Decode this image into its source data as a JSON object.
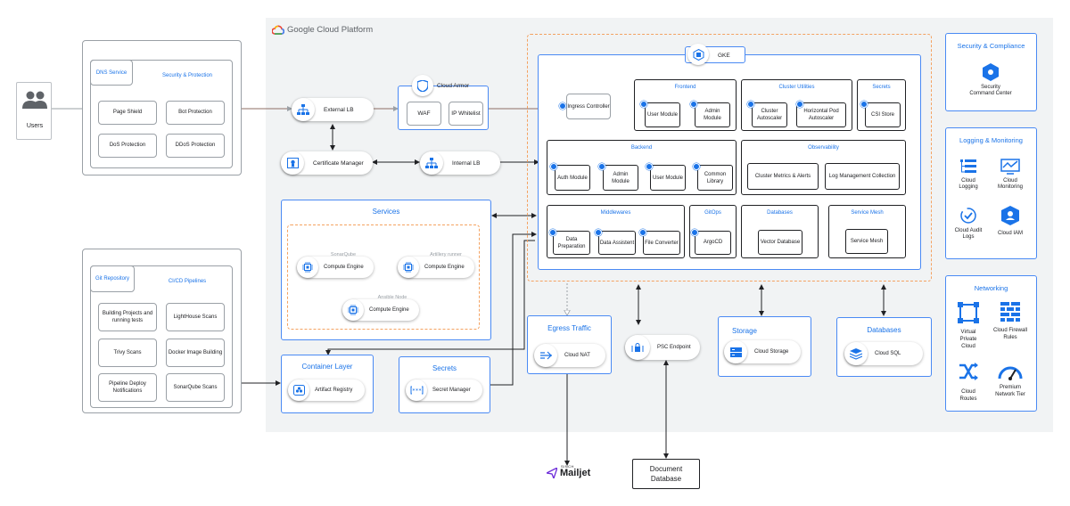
{
  "platform": {
    "name": "Google Cloud Platform"
  },
  "users": {
    "label": "Users"
  },
  "edge": {
    "dns": "DNS Service",
    "security": "Security & Protection",
    "items": [
      "Page Shield",
      "Bot Protection",
      "DoS Protection",
      "DDoS Protection"
    ]
  },
  "ci": {
    "git": "Git Repository",
    "pipelines": "CI/CD Pipelines",
    "items": [
      "Building Projects and running tests",
      "LightHouse Scans",
      "Trivy Scans",
      "Docker Image Building",
      "Pipeline Deploy Notifications",
      "SonarQube Scans"
    ]
  },
  "network": {
    "external_lb": "External LB",
    "internal_lb": "Internal LB",
    "cert_manager": "Certificate Manager",
    "cloud_armor": "Cloud Armor",
    "waf": "WAF",
    "ip_whitelist": "IP Whitelist"
  },
  "services": {
    "title": "Services",
    "vms": [
      {
        "tag": "SonarQube",
        "label": "Compute Engine"
      },
      {
        "tag": "Artillery runner",
        "label": "Compute Engine"
      },
      {
        "tag": "Ansible Node",
        "label": "Compute Engine"
      }
    ]
  },
  "container_layer": {
    "title": "Container Layer",
    "item": "Artifact Registry"
  },
  "secrets_box": {
    "title": "Secrets",
    "item": "Secret Manager"
  },
  "gke": {
    "label": "GKE",
    "ingress": "Ingress Controller",
    "frontend": {
      "title": "Frontend",
      "items": [
        "User Module",
        "Admin Module"
      ]
    },
    "cluster_utilities": {
      "title": "Cluster Utilities",
      "items": [
        "Cluster Autoscaler",
        "Horizontal Pod Autoscaler"
      ]
    },
    "secrets": {
      "title": "Secrets",
      "items": [
        "CSI Store"
      ]
    },
    "backend": {
      "title": "Backend",
      "items": [
        "Auth Module",
        "Admin Module",
        "User Module",
        "Common Library"
      ]
    },
    "observability": {
      "title": "Observability",
      "items": [
        "Cluster Metrics & Alerts",
        "Log Management Collection"
      ]
    },
    "middlewares": {
      "title": "Middlewares",
      "items": [
        "Data Preparation",
        "Data Assistent",
        "File Converter"
      ]
    },
    "gitops": {
      "title": "GitOps",
      "items": [
        "ArgoCD"
      ]
    },
    "databases": {
      "title": "Databases",
      "items": [
        "Vector Database"
      ]
    },
    "service_mesh": {
      "title": "Service Mesh",
      "items": [
        "Service Mesh"
      ]
    }
  },
  "egress": {
    "title": "Egress Traffic",
    "item": "Cloud NAT"
  },
  "psc": {
    "label": "PSC Endpoint"
  },
  "storage": {
    "title": "Storage",
    "item": "Cloud Storage"
  },
  "databases": {
    "title": "Databases",
    "item": "Cloud SQL"
  },
  "security_panel": {
    "title": "Security & Compliance",
    "items": [
      "Security Command Center"
    ]
  },
  "logging_panel": {
    "title": "Logging & Monitoring",
    "items": [
      "Cloud Logging",
      "Cloud Monitoring",
      "Cloud Audit Logs",
      "Cloud IAM"
    ]
  },
  "networking_panel": {
    "title": "Networking",
    "items": [
      "Virtual Private Cloud",
      "Cloud Firewall Rules",
      "Cloud Routes",
      "Premium Network Tier"
    ]
  },
  "external": {
    "mailjet_small": "SINCH",
    "mailjet": "Mailjet",
    "document_db": "Document Database"
  },
  "colors": {
    "blue": "#1a73e8",
    "orange_dash": "#f4a261",
    "gcp_bg": "#f1f3f4"
  }
}
